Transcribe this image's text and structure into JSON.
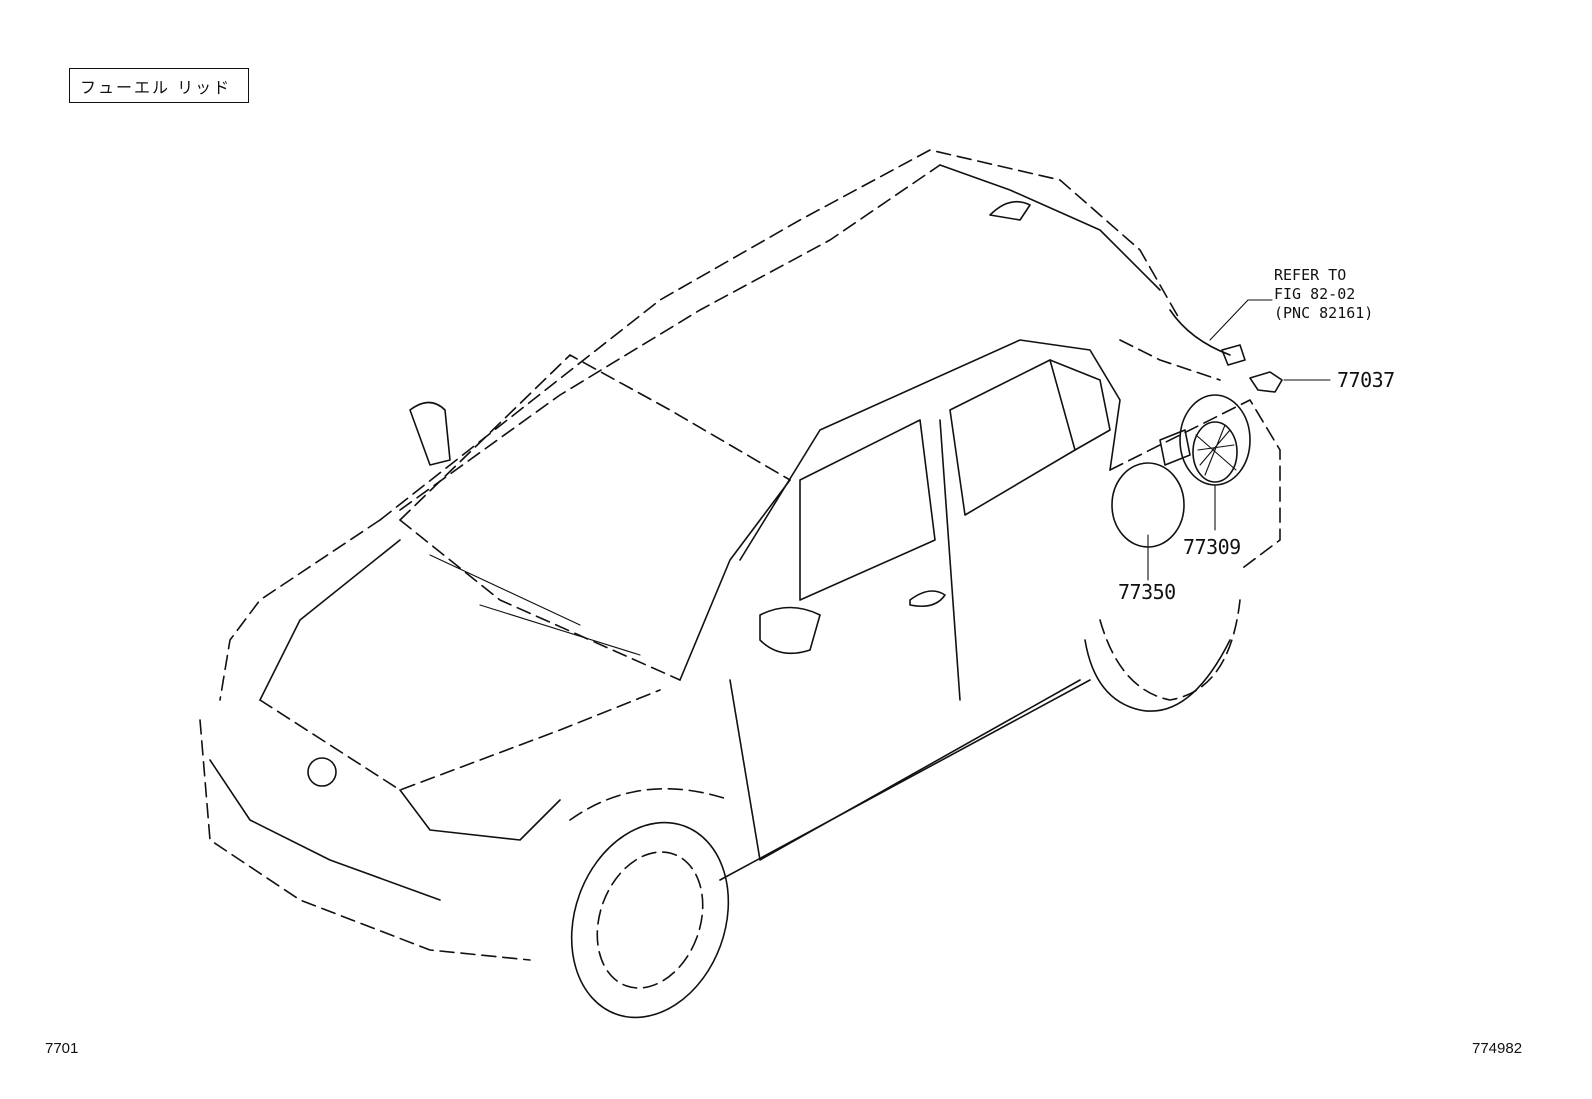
{
  "title": "フューエル リッド",
  "callouts": {
    "refer_line1": "REFER TO",
    "refer_line2": "FIG 82-02",
    "refer_line3": "(PNC 82161)",
    "part_77037": "77037",
    "part_77309": "77309",
    "part_77350": "77350"
  },
  "footer": {
    "figure_code": "7701",
    "illustration_id": "774982"
  }
}
